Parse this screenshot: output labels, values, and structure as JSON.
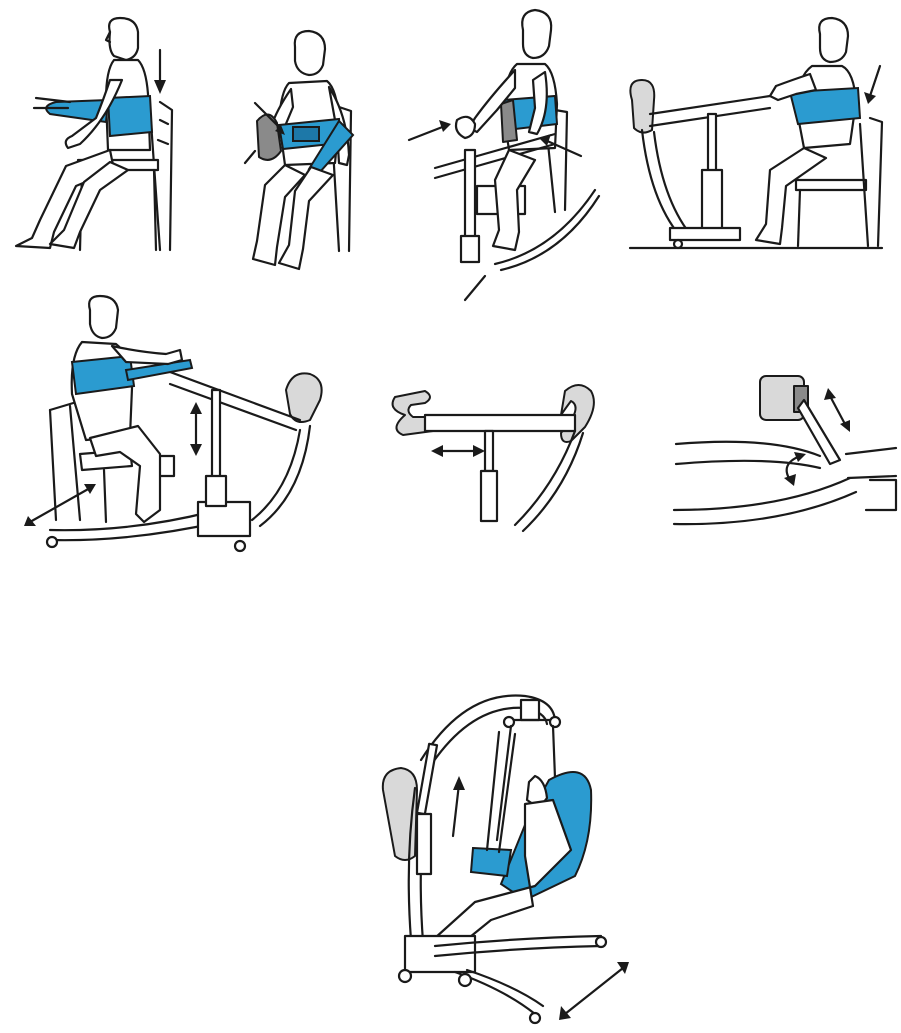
{
  "colors": {
    "sling_blue": "#2b9bd0",
    "sling_dark": "#1d78a8",
    "outline": "#1a1a1a",
    "handle_grey": "#8a8a8a",
    "light_grey": "#d9d9d9",
    "background": "#ffffff"
  },
  "steps": [
    {
      "id": "step-1",
      "depicts": "belt-around-seated-person-icon"
    },
    {
      "id": "step-2",
      "depicts": "buckle-belt-icon"
    },
    {
      "id": "step-3",
      "depicts": "lift-approach-icon"
    },
    {
      "id": "step-4",
      "depicts": "grip-handles-icon"
    },
    {
      "id": "step-5",
      "depicts": "raise-person-icon"
    },
    {
      "id": "step-6",
      "depicts": "spreader-bar-adjust-icon"
    },
    {
      "id": "step-7",
      "depicts": "control-box-adjust-icon"
    },
    {
      "id": "step-8",
      "depicts": "full-body-sling-lift-icon"
    }
  ]
}
